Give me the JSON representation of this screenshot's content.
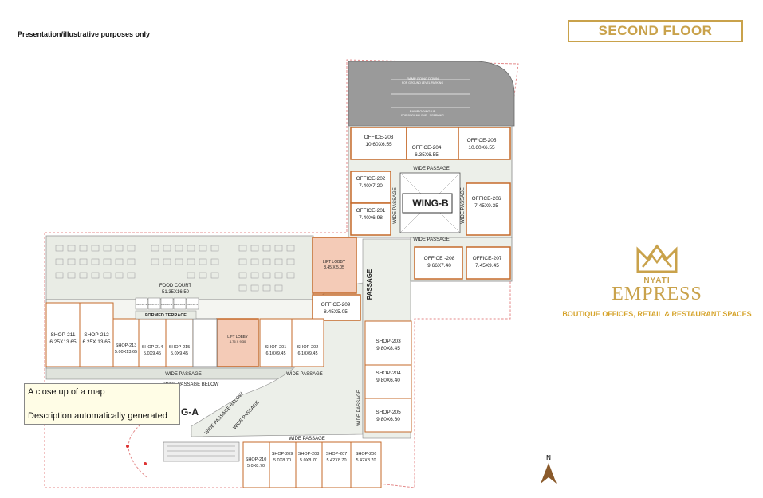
{
  "disclaimer": "Presentation/illustrative purposes only",
  "floor_title": "SECOND FLOOR",
  "brand": {
    "name": "NYATI",
    "sub": "EMPRESS",
    "tagline": "BOUTIQUE OFFICES,  RETAIL & RESTAURANT SPACES",
    "color": "#c9a24b"
  },
  "tooltip": {
    "line1": "A close up of a map",
    "line2": "Description automatically generated"
  },
  "north_label": "N",
  "wings": {
    "a": "G-A",
    "b": "WING-B"
  },
  "ramp": {
    "down": "RAMP GOING DOWN",
    "down_sub": "FOR GROUND LEVEL PARKING",
    "up": "RAMP GOING UP",
    "up_sub": "FOR PODIUM LEVEL-1 PARKING"
  },
  "passages": {
    "wide": "WIDE PASSAGE",
    "wide_below": "WIDE PASSAGE BELOW",
    "passage": "PASSAGE"
  },
  "offices": [
    {
      "name": "OFFICE-203",
      "size": "10.60X6.55"
    },
    {
      "name": "OFFICE-204",
      "size": "6.35X6.55"
    },
    {
      "name": "OFFICE-205",
      "size": "10.60X6.55"
    },
    {
      "name": "OFFICE-202",
      "size": "7.40X7.20"
    },
    {
      "name": "OFFICE-201",
      "size": "7.40X6.98"
    },
    {
      "name": "OFFICE-206",
      "size": "7.45X9.35"
    },
    {
      "name": "OFFICE -208",
      "size": "9.66X7.40"
    },
    {
      "name": "OFFICE-207",
      "size": "7.45X9.45"
    },
    {
      "name": "OFFICE-209",
      "size": "8.45X5.05"
    }
  ],
  "lift_lobby_top": {
    "name": "LIFT LOBBY",
    "size": "8.45 X 5.05"
  },
  "lift_lobby_mid": {
    "name": "LIFT LOBBY",
    "size": "4.75 X 9.30"
  },
  "food_court": {
    "name": "FOOD COURT",
    "size": "51.35X16.50"
  },
  "formed_terrace": "FORMED TERRACE",
  "pantries": [
    "PANTRY-1",
    "PANTRY-2",
    "PANTRY-3",
    "PANTRY-4",
    "PANTRY-5"
  ],
  "shops": [
    {
      "name": "SHOP-211",
      "size": "6.25X13.65"
    },
    {
      "name": "SHOP-212",
      "size": "6.25X 13.65"
    },
    {
      "name": "SHOP-213",
      "size": "5.00X13.65"
    },
    {
      "name": "SHOP-214",
      "size": "5.0X9.45"
    },
    {
      "name": "SHOP-215",
      "size": "5.0X9.45"
    },
    {
      "name": "SHOP-201",
      "size": "6.10X9.45"
    },
    {
      "name": "SHOP-202",
      "size": "6.10X9.45"
    },
    {
      "name": "SHOP-203",
      "size": "9.80X8.45"
    },
    {
      "name": "SHOP-204",
      "size": "9.80X6.40"
    },
    {
      "name": "SHOP-205",
      "size": "9.80X6.60"
    },
    {
      "name": "SHOP-210",
      "size": "5.0X8.70"
    },
    {
      "name": "SHOP-209",
      "size": "5.0X8.70"
    },
    {
      "name": "SHOP-208",
      "size": "5.0X8.70"
    },
    {
      "name": "SHOP-207",
      "size": "5.42X8.70"
    },
    {
      "name": "SHOP-206",
      "size": "5.42X8.70"
    }
  ],
  "colors": {
    "passage": "#ecefe9",
    "corridor": "#dfe3dc",
    "ramp": "#9a9a9a",
    "wall": "#c56a2a",
    "lobby": "#f4cbb7",
    "unit": "#ffffff"
  }
}
